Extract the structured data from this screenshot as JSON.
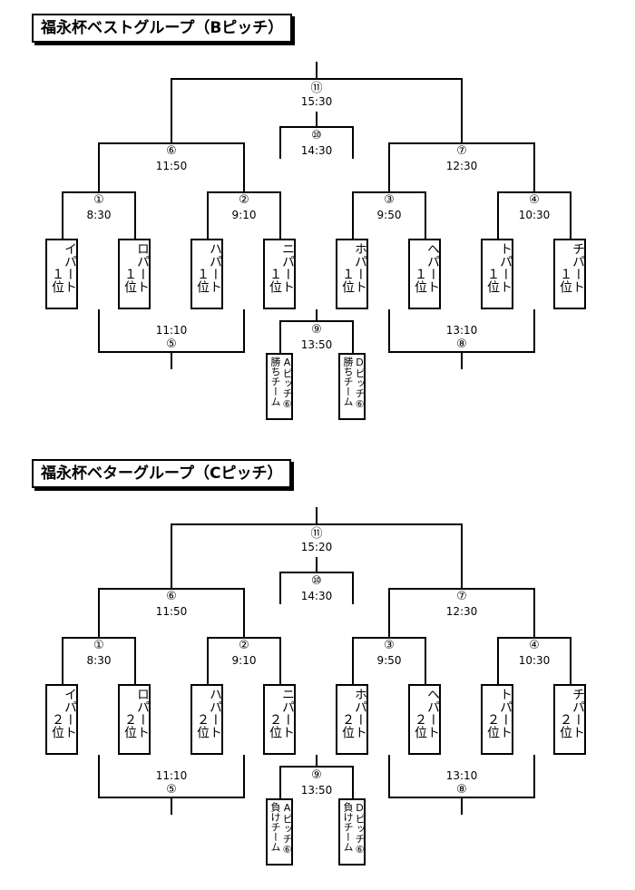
{
  "groups": [
    {
      "title": "福永杯ベストグループ（Bピッチ）",
      "matches": {
        "m1": {
          "num": "①",
          "time": "8:30"
        },
        "m2": {
          "num": "②",
          "time": "9:10"
        },
        "m3": {
          "num": "③",
          "time": "9:50"
        },
        "m4": {
          "num": "④",
          "time": "10:30"
        },
        "m5": {
          "num": "⑤",
          "time": "11:10"
        },
        "m6": {
          "num": "⑥",
          "time": "11:50"
        },
        "m7": {
          "num": "⑦",
          "time": "12:30"
        },
        "m8": {
          "num": "⑧",
          "time": "13:10"
        },
        "m9": {
          "num": "⑨",
          "time": "13:50"
        },
        "m10": {
          "num": "⑩",
          "time": "14:30"
        },
        "m11": {
          "num": "⑪",
          "time": "15:30"
        }
      },
      "teams": [
        {
          "part": "イパート",
          "rank": "１位"
        },
        {
          "part": "ロパート",
          "rank": "１位"
        },
        {
          "part": "ハパート",
          "rank": "１位"
        },
        {
          "part": "ニパート",
          "rank": "１位"
        },
        {
          "part": "ホパート",
          "rank": "１位"
        },
        {
          "part": "ヘパート",
          "rank": "１位"
        },
        {
          "part": "トパート",
          "rank": "１位"
        },
        {
          "part": "チパート",
          "rank": "１位"
        }
      ],
      "wildcards": [
        {
          "left": "勝ちチーム",
          "right": "Aピッチ⑥"
        },
        {
          "left": "勝ちチーム",
          "right": "Dピッチ⑥"
        }
      ]
    },
    {
      "title": "福永杯ベターグループ（Cピッチ）",
      "matches": {
        "m1": {
          "num": "①",
          "time": "8:30"
        },
        "m2": {
          "num": "②",
          "time": "9:10"
        },
        "m3": {
          "num": "③",
          "time": "9:50"
        },
        "m4": {
          "num": "④",
          "time": "10:30"
        },
        "m5": {
          "num": "⑤",
          "time": "11:10"
        },
        "m6": {
          "num": "⑥",
          "time": "11:50"
        },
        "m7": {
          "num": "⑦",
          "time": "12:30"
        },
        "m8": {
          "num": "⑧",
          "time": "13:10"
        },
        "m9": {
          "num": "⑨",
          "time": "13:50"
        },
        "m10": {
          "num": "⑩",
          "time": "14:30"
        },
        "m11": {
          "num": "⑪",
          "time": "15:20"
        }
      },
      "teams": [
        {
          "part": "イパート",
          "rank": "２位"
        },
        {
          "part": "ロパート",
          "rank": "２位"
        },
        {
          "part": "ハパート",
          "rank": "２位"
        },
        {
          "part": "ニパート",
          "rank": "２位"
        },
        {
          "part": "ホパート",
          "rank": "２位"
        },
        {
          "part": "ヘパート",
          "rank": "２位"
        },
        {
          "part": "トパート",
          "rank": "２位"
        },
        {
          "part": "チパート",
          "rank": "２位"
        }
      ],
      "wildcards": [
        {
          "left": "負けチーム",
          "right": "Aピッチ⑥"
        },
        {
          "left": "負けチーム",
          "right": "Dピッチ⑥"
        }
      ]
    }
  ]
}
